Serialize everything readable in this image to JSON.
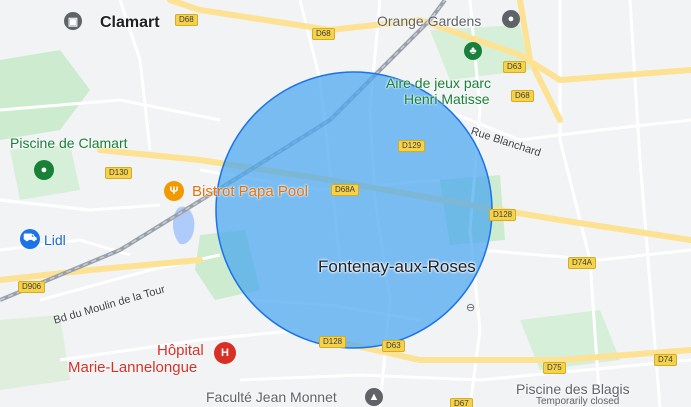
{
  "colors": {
    "water": "#aecbfa",
    "park": "#cdeccf",
    "road": "#ffffff",
    "highway": "#ffe58a",
    "rail": "#8ab4f8",
    "circle_fill": "#4aa6f0",
    "circle_stroke": "#1a73e8"
  },
  "places": {
    "clamart": "Clamart",
    "orange_gardens": "Orange Gardens",
    "aire_line1": "Aire de jeux parc",
    "aire_line2": "Henri Matisse",
    "piscine_clamart": "Piscine de Clamart",
    "bistrot": "Bistrot Papa Pool",
    "lidl": "Lidl",
    "fontenay": "Fontenay-aux-Roses",
    "hopital_line1": "Hôpital",
    "hopital_line2": "Marie-Lannelongue",
    "faculte": "Faculté Jean Monnet",
    "piscine_blagis": "Piscine des Blagis",
    "blagis_status": "Temporarily closed"
  },
  "roads": {
    "rue_blanchard": "Rue Blanchard",
    "bd_moulin": "Bd du Moulin de la Tour"
  },
  "shields": {
    "d68_a": "D68",
    "d68_b": "D68",
    "d68_c": "D68",
    "d63_a": "D63",
    "d63_b": "D63",
    "d129": "D129",
    "d130": "D130",
    "d68a": "D68A",
    "d128_a": "D128",
    "d128_b": "D128",
    "d74a": "D74A",
    "d906": "D906",
    "d75": "D75",
    "d74": "D74",
    "d67": "D67"
  },
  "icons": {
    "clamart": "city-icon",
    "orange_gardens": "place-icon",
    "aire": "park-icon",
    "piscine_clamart": "pool-icon",
    "bistrot": "restaurant-icon",
    "lidl": "shopping-cart-icon",
    "hopital": "hospital-icon",
    "faculte": "school-icon"
  }
}
